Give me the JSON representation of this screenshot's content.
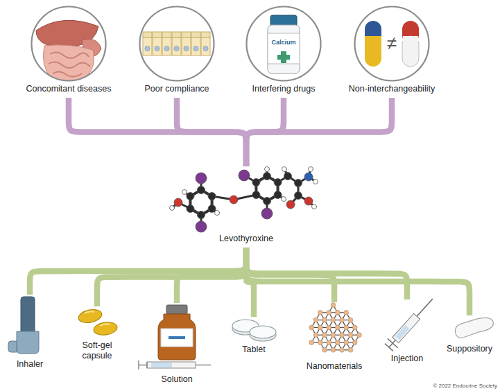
{
  "diagram": {
    "nodes": [
      {
        "text": [
          "Concomitant diseases"
        ]
      },
      {
        "text": [
          "Poor compliance"
        ]
      },
      {
        "text": [
          "Interfering drugs"
        ]
      },
      {
        "text": [
          "Non-interchangeability"
        ]
      },
      {
        "text": [
          "Levothyroxine"
        ]
      },
      {
        "text": [
          "Inhaler"
        ]
      },
      {
        "text": [
          "Soft-gel capsule"
        ]
      },
      {
        "text": [
          "Solution"
        ]
      },
      {
        "text": [
          "Tablet"
        ]
      },
      {
        "text": [
          "Nanomaterials"
        ]
      },
      {
        "text": [
          "Injection"
        ]
      },
      {
        "text": [
          "Suppository"
        ]
      }
    ],
    "edges": [
      {
        "from": 0,
        "to": 4,
        "arrow": "none"
      },
      {
        "from": 1,
        "to": 4,
        "arrow": "none"
      },
      {
        "from": 2,
        "to": 4,
        "arrow": "none"
      },
      {
        "from": 3,
        "to": 4,
        "arrow": "none"
      },
      {
        "from": 4,
        "to": 5,
        "arrow": "none"
      },
      {
        "from": 4,
        "to": 6,
        "arrow": "none"
      },
      {
        "from": 4,
        "to": 7,
        "arrow": "none"
      },
      {
        "from": 4,
        "to": 8,
        "arrow": "none"
      },
      {
        "from": 4,
        "to": 9,
        "arrow": "none"
      },
      {
        "from": 4,
        "to": 10,
        "arrow": "none"
      },
      {
        "from": 4,
        "to": 11,
        "arrow": "none"
      }
    ],
    "labels": [
      "Calcium",
      "≠",
      "© 2022 Endocrine Society"
    ]
  }
}
